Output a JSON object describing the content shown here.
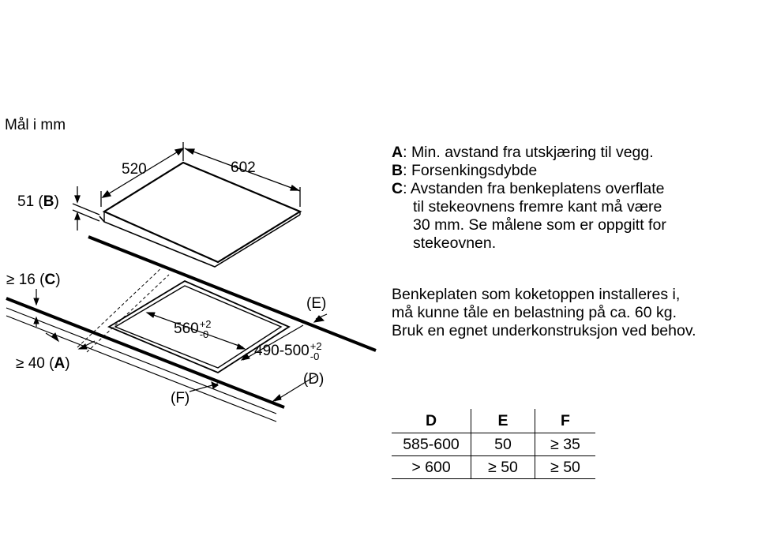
{
  "unit_label": "Mål i mm",
  "dimensions": {
    "depth": "520",
    "width": "602",
    "recess": "51 (",
    "recess_letter": "B",
    "recess_close": ")",
    "min_c": "≥ 16 (",
    "min_c_letter": "C",
    "min_c_close": ")",
    "min_a": "≥ 40 (",
    "min_a_letter": "A",
    "min_a_close": ")",
    "cutout_w": "560",
    "cutout_w_plus": "+2",
    "cutout_w_minus": "-0",
    "cutout_d": "490-500",
    "cutout_d_plus": "+2",
    "cutout_d_minus": "-0",
    "label_e": "(E)",
    "label_d": "(D)",
    "label_f": "(F)"
  },
  "legend": [
    {
      "key": "A",
      "lines": [
        "Min. avstand fra utskjæring til vegg."
      ]
    },
    {
      "key": "B",
      "lines": [
        "Forsenkingsdybde"
      ]
    },
    {
      "key": "C",
      "lines": [
        "Avstanden fra benkeplatens overflate",
        "til stekeovnens fremre kant må være",
        "30 mm. Se målene som er oppgitt for",
        "stekeovnen."
      ]
    }
  ],
  "note": [
    "Benkeplaten som koketoppen installeres i,",
    "må kunne tåle en belastning på ca. 60 kg.",
    "Bruk en egnet underkonstruksjon ved behov."
  ],
  "table": {
    "headers": [
      "D",
      "E",
      "F"
    ],
    "rows": [
      [
        "585-600",
        "50",
        "≥ 35"
      ],
      [
        "> 600",
        "≥ 50",
        "≥ 50"
      ]
    ]
  }
}
